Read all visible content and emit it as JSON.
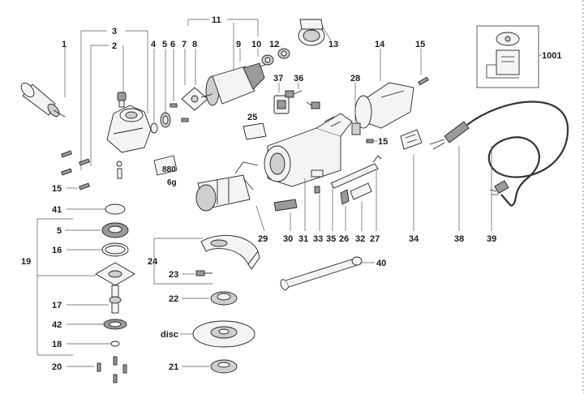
{
  "labels": {
    "p1": "1",
    "p2": "2",
    "p3": "3",
    "p4": "4",
    "p5": "5",
    "p6": "6",
    "p7": "7",
    "p8": "8",
    "p9": "9",
    "p10": "10",
    "p11": "11",
    "p12": "12",
    "p13": "13",
    "p14": "14",
    "p15a": "15",
    "p15b": "15",
    "p15c": "15",
    "p1001": "1001",
    "p37": "37",
    "p36": "36",
    "p28": "28",
    "p25": "25",
    "p880": "880",
    "p6g": "6g",
    "p41": "41",
    "p5b": "5",
    "p16": "16",
    "p19": "19",
    "p17": "17",
    "p42": "42",
    "p18": "18",
    "p20": "20",
    "p24": "24",
    "p23": "23",
    "p22": "22",
    "disc": "disc",
    "p21": "21",
    "p29": "29",
    "p30": "30",
    "p31": "31",
    "p33": "33",
    "p35": "35",
    "p26": "26",
    "p32": "32",
    "p27": "27",
    "p34": "34",
    "p38": "38",
    "p39": "39",
    "p40": "40"
  },
  "colors": {
    "ink": "#222222",
    "fill_light": "#f4f4f4",
    "fill_dark": "#9a9a9a"
  }
}
